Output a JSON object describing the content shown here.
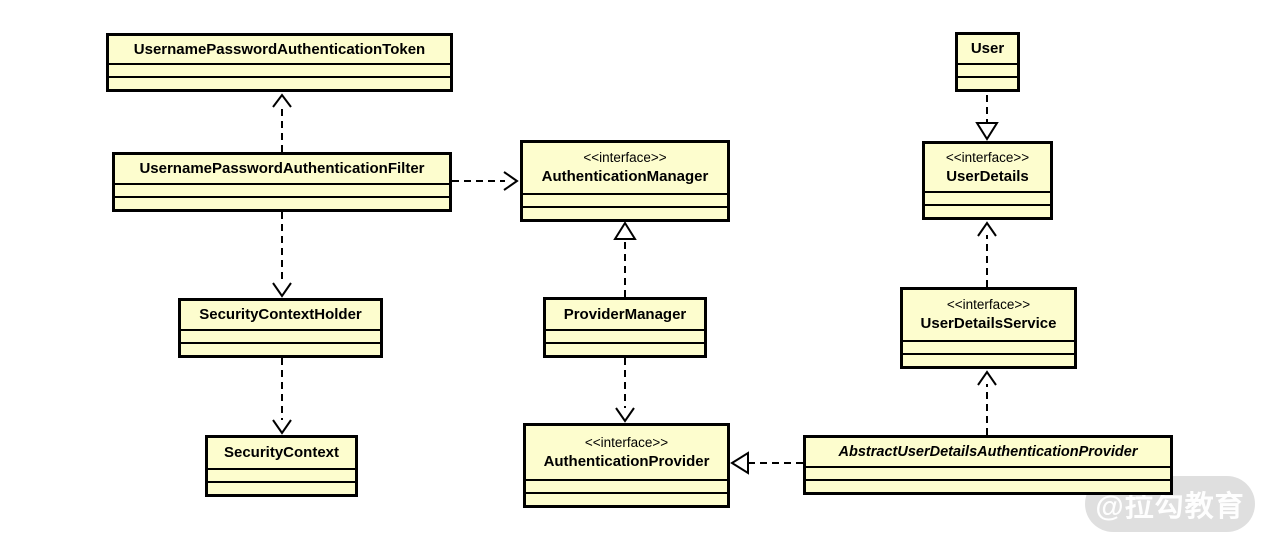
{
  "diagram_type": "uml-class-diagram",
  "colors": {
    "background": "#FFFFFF",
    "box_fill": "#FDFDCE",
    "box_border": "#000000",
    "edge_color": "#000000",
    "watermark_bg": "#BFBFBF",
    "watermark_text_color": "#FFFFFF"
  },
  "classes": {
    "token": {
      "name": "UsernamePasswordAuthenticationToken"
    },
    "filter": {
      "name": "UsernamePasswordAuthenticationFilter"
    },
    "auth_manager": {
      "stereotype": "<<interface>>",
      "name": "AuthenticationManager"
    },
    "provider_manager": {
      "name": "ProviderManager"
    },
    "auth_provider": {
      "stereotype": "<<interface>>",
      "name": "AuthenticationProvider"
    },
    "abstract_provider": {
      "name": "AbstractUserDetailsAuthenticationProvider",
      "abstract": true
    },
    "user": {
      "name": "User"
    },
    "user_details": {
      "stereotype": "<<interface>>",
      "name": "UserDetails"
    },
    "user_details_service": {
      "stereotype": "<<interface>>",
      "name": "UserDetailsService"
    },
    "security_context_holder": {
      "name": "SecurityContextHolder"
    },
    "security_context": {
      "name": "SecurityContext"
    }
  },
  "relations": [
    {
      "from": "UsernamePasswordAuthenticationFilter",
      "to": "UsernamePasswordAuthenticationToken",
      "type": "dependency",
      "line": "dashed"
    },
    {
      "from": "UsernamePasswordAuthenticationFilter",
      "to": "AuthenticationManager",
      "type": "dependency",
      "line": "dashed"
    },
    {
      "from": "ProviderManager",
      "to": "AuthenticationManager",
      "type": "realization",
      "line": "dashed"
    },
    {
      "from": "ProviderManager",
      "to": "AuthenticationProvider",
      "type": "dependency",
      "line": "dashed"
    },
    {
      "from": "AbstractUserDetailsAuthenticationProvider",
      "to": "AuthenticationProvider",
      "type": "realization",
      "line": "dashed"
    },
    {
      "from": "User",
      "to": "UserDetails",
      "type": "realization",
      "line": "dashed"
    },
    {
      "from": "UserDetailsService",
      "to": "UserDetails",
      "type": "dependency",
      "line": "dashed"
    },
    {
      "from": "AbstractUserDetailsAuthenticationProvider",
      "to": "UserDetailsService",
      "type": "dependency",
      "line": "dashed"
    },
    {
      "from": "UsernamePasswordAuthenticationFilter",
      "to": "SecurityContextHolder",
      "type": "dependency",
      "line": "dashed"
    },
    {
      "from": "SecurityContextHolder",
      "to": "SecurityContext",
      "type": "dependency",
      "line": "dashed"
    }
  ],
  "watermark": {
    "text": "@拉勾教育"
  }
}
